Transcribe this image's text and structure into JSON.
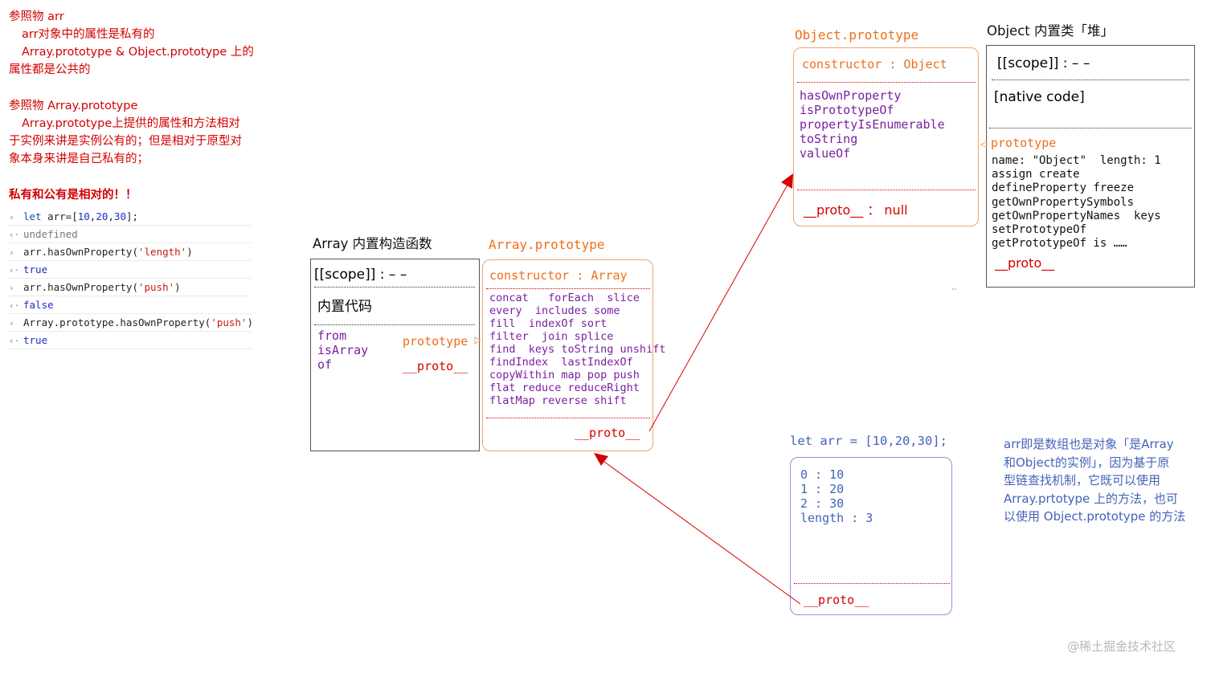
{
  "notes": {
    "block1": [
      "参照物 arr",
      "arr对象中的属性是私有的",
      "Array.prototype & Object.prototype 上的",
      "属性都是公共的"
    ],
    "block2": [
      "参照物 Array.prototype",
      "Array.prototype上提供的属性和方法相对",
      "于实例来讲是实例公有的；但是相对于原型对",
      "象本身来讲是自己私有的；"
    ],
    "block3": "私有和公有是相对的！！"
  },
  "console": {
    "l1": {
      "kw": "let",
      "a": " arr=[",
      "n1": "10",
      "c1": ",",
      "n2": "20",
      "c2": ",",
      "n3": "30",
      "b": "];"
    },
    "l2": "undefined",
    "l3": {
      "a": "arr.hasOwnProperty(",
      "s": "'length'",
      "b": ")"
    },
    "l4": "true",
    "l5": {
      "a": "arr.hasOwnProperty(",
      "s": "'push'",
      "b": ")"
    },
    "l6": "false",
    "l7": {
      "a": "Array.prototype.hasOwnProperty(",
      "s": "'push'",
      "b": ")"
    },
    "l8": "true",
    "in_glyph": "›",
    "out_glyph": "‹·"
  },
  "array_ctor": {
    "title": "Array 内置构造函数",
    "scope": "[[scope]] : – –",
    "code": "内置代码",
    "methods": [
      "from",
      "isArray",
      "of"
    ],
    "prototype_label": "prototype",
    "proto_label": "__proto__"
  },
  "array_proto": {
    "title": "Array.prototype",
    "constructor": "constructor : Array",
    "methods": [
      "concat   forEach  slice",
      "every  includes some",
      "fill  indexOf sort",
      "filter  join splice",
      "find  keys toString unshift",
      "findIndex  lastIndexOf",
      "copyWithin map pop push",
      "flat reduce reduceRight",
      "flatMap reverse shift"
    ],
    "proto_label": "__proto__"
  },
  "object_proto": {
    "title": "Object.prototype",
    "constructor": "constructor : Object",
    "methods": [
      "hasOwnProperty",
      "isPrototypeOf",
      "propertyIsEnumerable",
      "toString",
      "valueOf"
    ],
    "proto_label": "__proto__",
    "proto_value": "： null"
  },
  "object_ctor": {
    "title": "Object 内置类「堆」",
    "scope": "[[scope]] : – –",
    "code": "[native code]",
    "prototype_label": "prototype",
    "methods": [
      "name: \"Object\"  length: 1",
      "assign create",
      "defineProperty freeze",
      "getOwnPropertySymbols",
      "getOwnPropertyNames  keys",
      "setPrototypeOf",
      "getPrototypeOf is ……"
    ],
    "proto_label": "__proto__"
  },
  "arr_instance": {
    "title": "let arr = [10,20,30];",
    "items": [
      "0 : 10",
      "1 : 20",
      "2 : 30",
      "length : 3"
    ],
    "proto_label": "__proto__"
  },
  "explanation": [
    "arr即是数组也是对象「是Array",
    "和Object的实例」，因为基于原",
    "型链查找机制，它既可以使用",
    "Array.prtotype 上的方法，也可",
    "以使用 Object.prototype 的方法"
  ],
  "watermark": "@稀土掘金技术社区",
  "colors": {
    "red": "#d40000",
    "orange": "#f06e1a",
    "purple": "#7a1fa0",
    "blue": "#4463b8",
    "arrow": "#d40000"
  }
}
